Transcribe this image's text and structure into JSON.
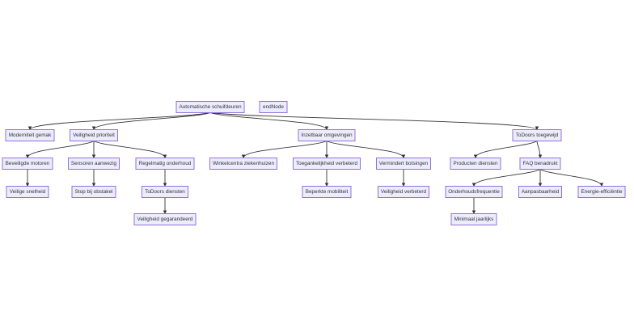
{
  "nodes": [
    {
      "id": "root",
      "label": "Automatische schuifdeuren"
    },
    {
      "id": "end",
      "label": "endNode"
    },
    {
      "id": "n1",
      "label": "Moderniteit gemak"
    },
    {
      "id": "n2",
      "label": "Veiligheid prioriteit"
    },
    {
      "id": "n3",
      "label": "Inzetbaar omgevingen"
    },
    {
      "id": "n4",
      "label": "ToDoors toegewijd"
    },
    {
      "id": "n5",
      "label": "Beveiligde motoren"
    },
    {
      "id": "n6",
      "label": "Sensoren aanwezig"
    },
    {
      "id": "n7",
      "label": "Regelmatig onderhoud"
    },
    {
      "id": "n8",
      "label": "Winkelcentra ziekenhuizen"
    },
    {
      "id": "n9",
      "label": "Toegankelijkheid verbeterd"
    },
    {
      "id": "n10",
      "label": "Vermindert botsingen"
    },
    {
      "id": "n11",
      "label": "Producten diensten"
    },
    {
      "id": "n12",
      "label": "FAQ benadrukt"
    },
    {
      "id": "n13",
      "label": "Veilige snelheid"
    },
    {
      "id": "n14",
      "label": "Stop bij obstakel"
    },
    {
      "id": "n15",
      "label": "ToDoors diensten"
    },
    {
      "id": "n16",
      "label": "Beperkte mobiliteit"
    },
    {
      "id": "n17",
      "label": "Veiligheid verbeterd"
    },
    {
      "id": "n18",
      "label": "Onderhoudsfrequentie"
    },
    {
      "id": "n19",
      "label": "Aanpasbaarheid"
    },
    {
      "id": "n20",
      "label": "Energie-efficiëntie"
    },
    {
      "id": "n21",
      "label": "Veiligheid gegarandeerd"
    },
    {
      "id": "n22",
      "label": "Minimaal jaarlijks"
    }
  ],
  "edges": [
    {
      "from": "root",
      "to": "n1"
    },
    {
      "from": "root",
      "to": "n2"
    },
    {
      "from": "root",
      "to": "n3"
    },
    {
      "from": "root",
      "to": "n4"
    },
    {
      "from": "n2",
      "to": "n5"
    },
    {
      "from": "n2",
      "to": "n6"
    },
    {
      "from": "n2",
      "to": "n7"
    },
    {
      "from": "n3",
      "to": "n8"
    },
    {
      "from": "n3",
      "to": "n9"
    },
    {
      "from": "n3",
      "to": "n10"
    },
    {
      "from": "n4",
      "to": "n11"
    },
    {
      "from": "n4",
      "to": "n12"
    },
    {
      "from": "n5",
      "to": "n13"
    },
    {
      "from": "n6",
      "to": "n14"
    },
    {
      "from": "n7",
      "to": "n15"
    },
    {
      "from": "n9",
      "to": "n16"
    },
    {
      "from": "n10",
      "to": "n17"
    },
    {
      "from": "n12",
      "to": "n18"
    },
    {
      "from": "n12",
      "to": "n19"
    },
    {
      "from": "n12",
      "to": "n20"
    },
    {
      "from": "n15",
      "to": "n21"
    },
    {
      "from": "n18",
      "to": "n22"
    }
  ]
}
